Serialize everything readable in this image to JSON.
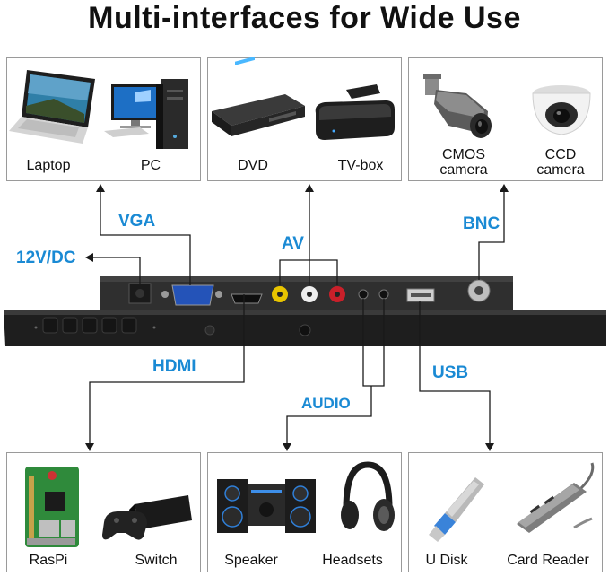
{
  "title": "Multi-interfaces for Wide Use",
  "devices": {
    "laptop": "Laptop",
    "pc": "PC",
    "dvd": "DVD",
    "tvbox": "TV-box",
    "cmos_line1": "CMOS",
    "cmos_line2": "camera",
    "ccd_line1": "CCD",
    "ccd_line2": "camera",
    "raspi": "RasPi",
    "switch": "Switch",
    "speaker": "Speaker",
    "headsets": "Headsets",
    "udisk": "U Disk",
    "cardreader": "Card Reader"
  },
  "ports": {
    "vga": "VGA",
    "av": "AV",
    "bnc": "BNC",
    "dc": "12V/DC",
    "hdmi": "HDMI",
    "audio": "AUDIO",
    "usb": "USB"
  },
  "colors": {
    "label_blue": "#1a8ad4",
    "monitor": "#2b2b2b",
    "rca_yellow": "#e8c400",
    "rca_white": "#eeeeee",
    "rca_red": "#c9202a"
  }
}
